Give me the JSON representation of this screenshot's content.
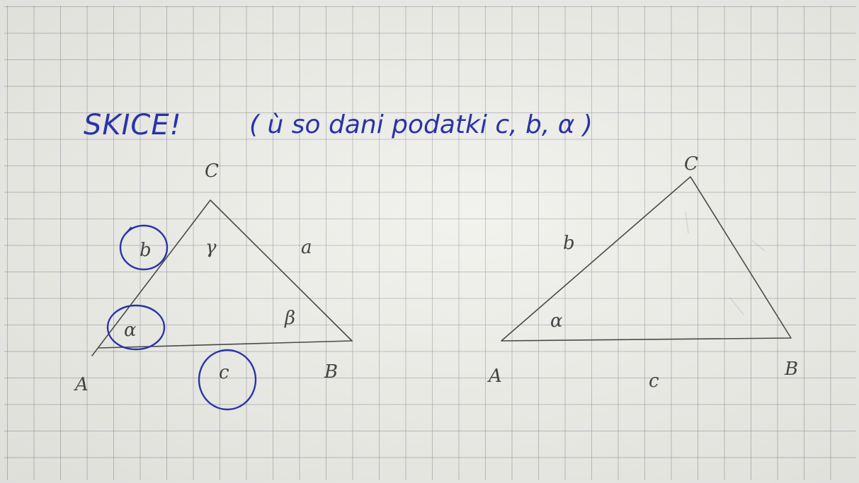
{
  "heading": {
    "title": "SKICE!",
    "note": "( ù so dani podatki c, b, α )"
  },
  "sketch_left": {
    "vertex_a": "A",
    "vertex_b": "B",
    "vertex_c": "C",
    "side_a": "a",
    "side_b": "b",
    "side_c": "c",
    "angle_alpha": "α",
    "angle_beta": "β",
    "angle_gamma": "γ"
  },
  "sketch_right": {
    "vertex_a": "A",
    "vertex_b": "B",
    "vertex_c": "C",
    "side_b": "b",
    "side_c": "c",
    "angle_alpha": "α"
  },
  "colors": {
    "pen_ink": "#2a33a8",
    "pencil": "#4a4a4a",
    "paper": "#efefe9"
  }
}
